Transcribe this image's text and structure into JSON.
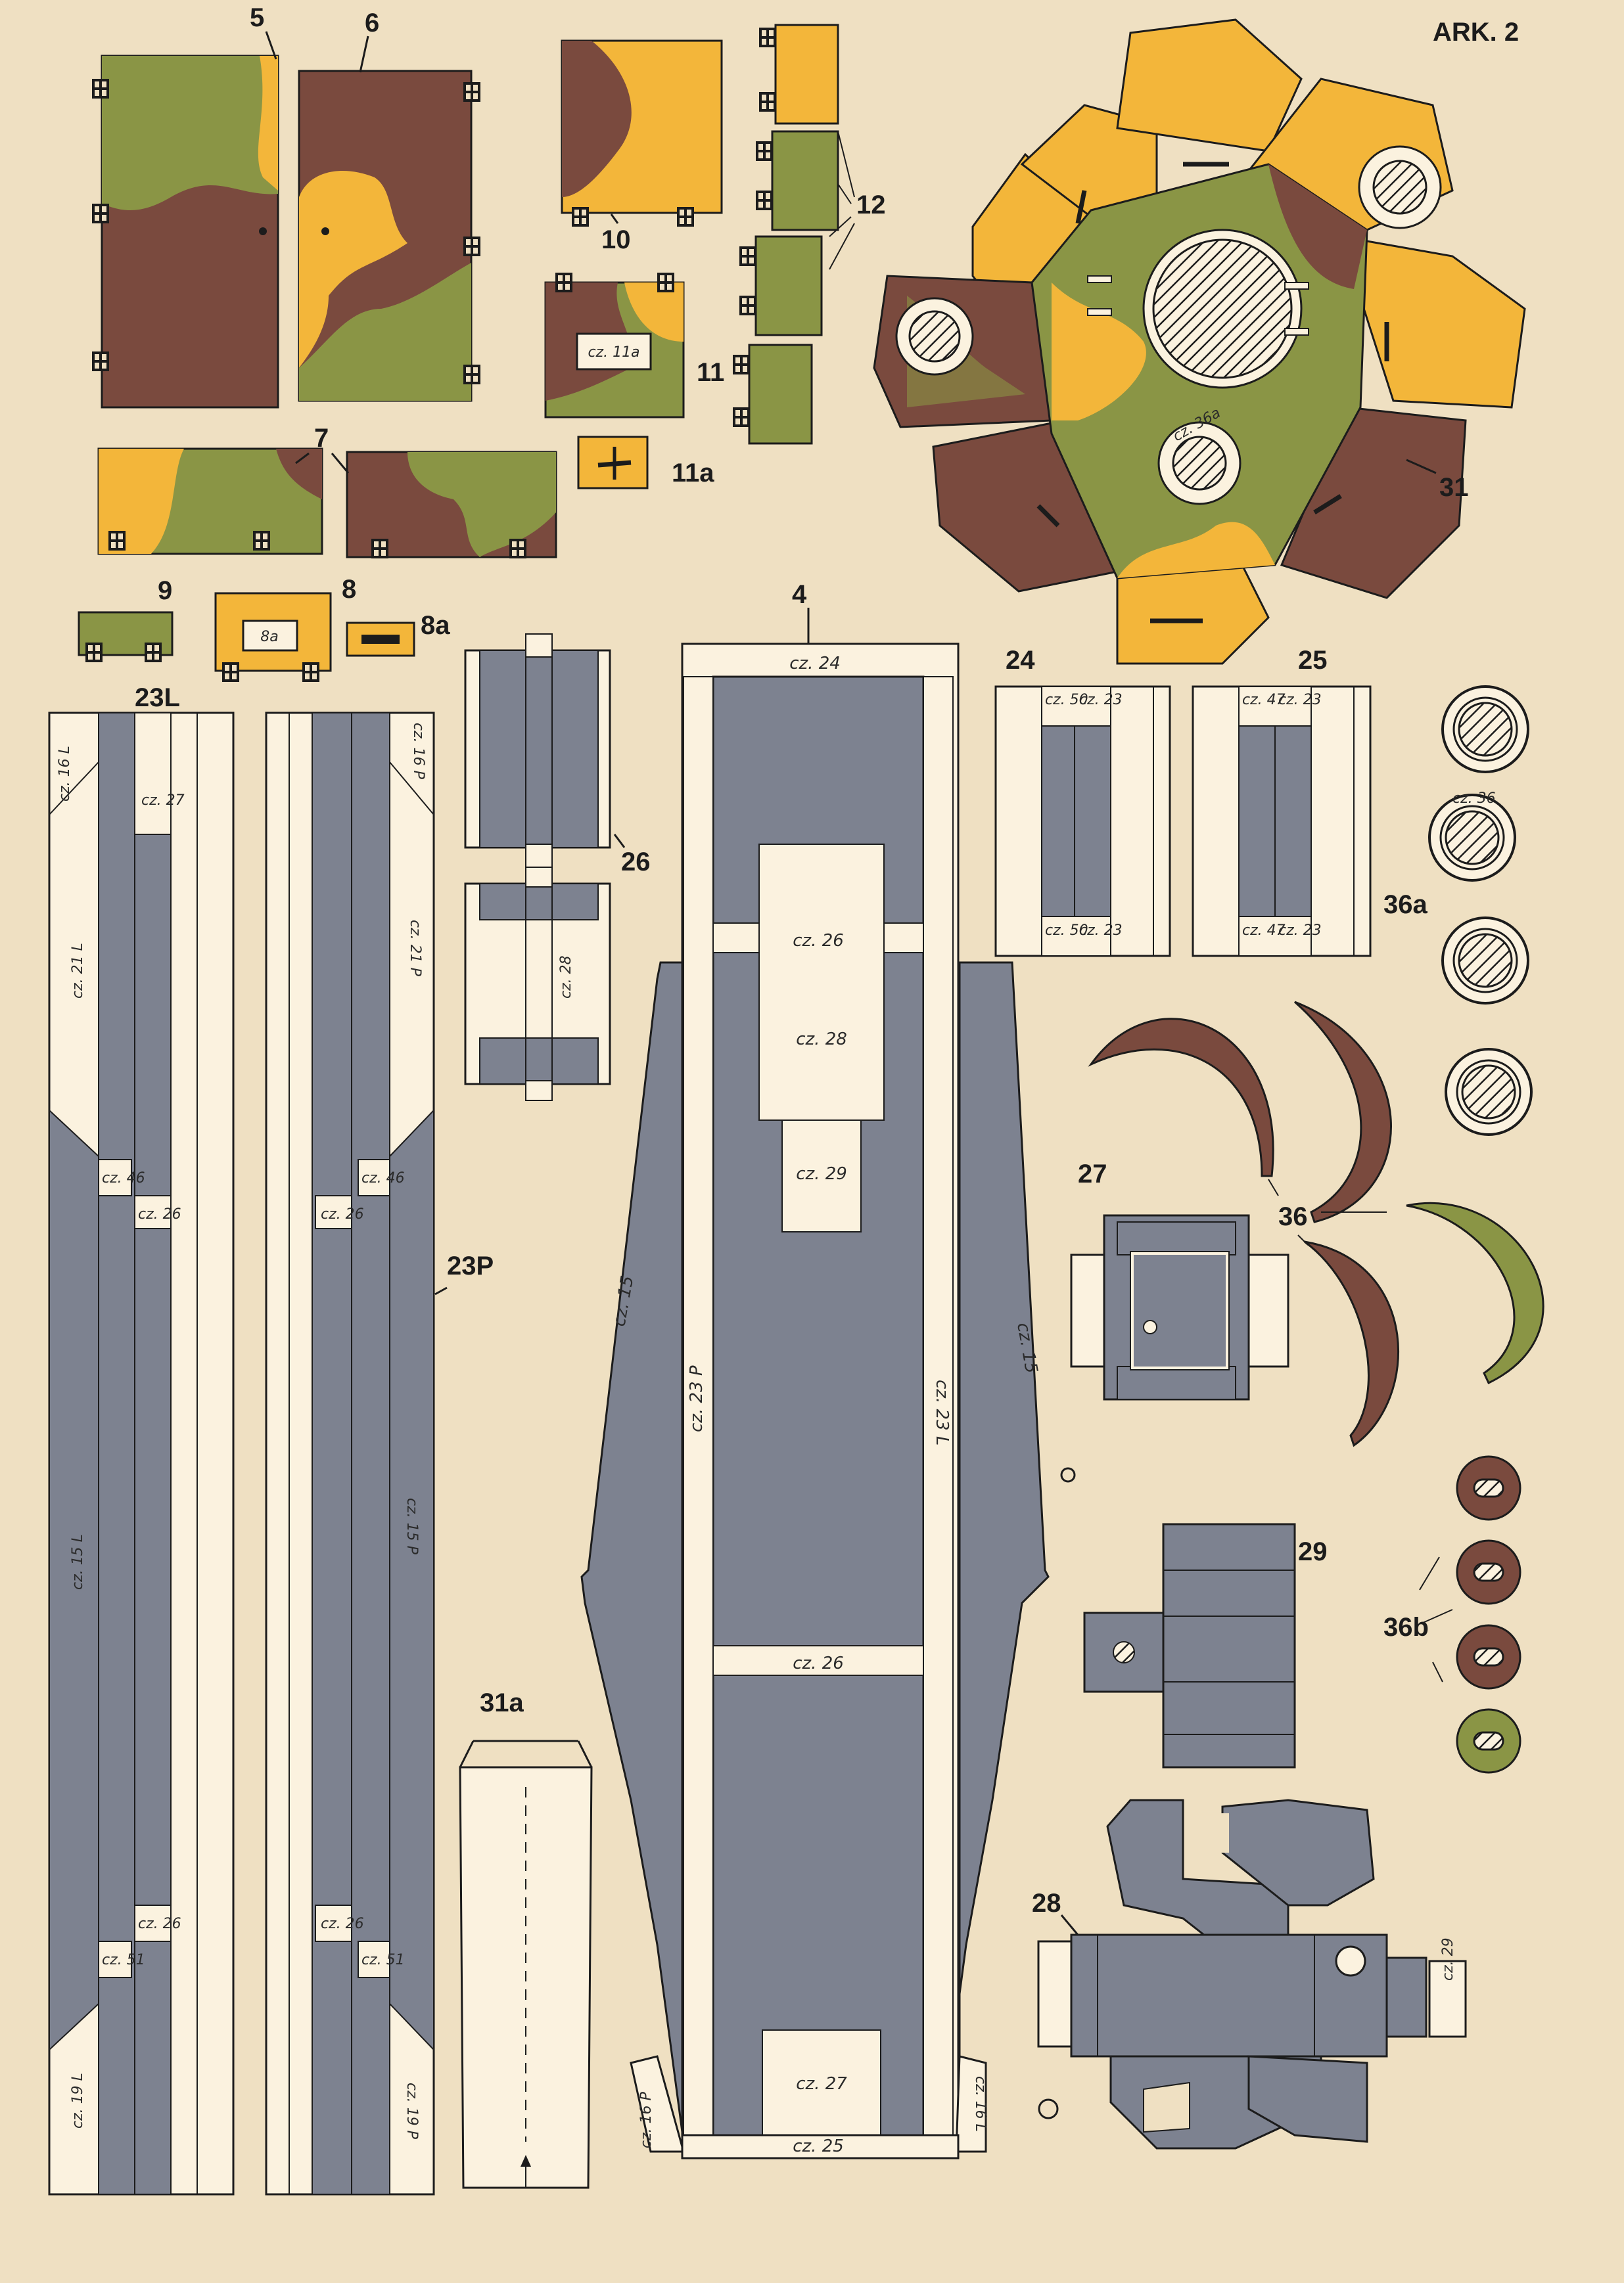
{
  "sheet": {
    "title": "ARK. 2"
  },
  "colors": {
    "paper": "#efe0c2",
    "olive": "#8a9545",
    "brown": "#7a4a3e",
    "yellow": "#f3b63a",
    "grey": "#7d8290",
    "cream": "#fbf2df",
    "ink": "#1c1c1c"
  },
  "part_numbers": [
    "5",
    "6",
    "10",
    "12",
    "11",
    "11a",
    "7",
    "9",
    "8",
    "8a",
    "31",
    "4",
    "24",
    "25",
    "23L",
    "26",
    "36a",
    "23P",
    "27",
    "36",
    "29",
    "36b",
    "31a",
    "28"
  ],
  "labels": {
    "l11a_box": "cz. 11a",
    "l8a_box": "8a",
    "l36a_wheel": "cz. 36a",
    "l36_disc": "cz. 36",
    "l4_24": "cz. 24",
    "l4_26a": "cz. 26",
    "l4_28": "cz. 28",
    "l4_29": "cz. 29",
    "l4_15L": "cz. 15",
    "l4_15R": "cz. 15",
    "l4_23P": "cz. 23 P",
    "l4_23L": "cz. 23 L",
    "l4_26b": "cz. 26",
    "l4_27": "cz. 27",
    "l4_25": "cz. 25",
    "l4_16P": "cz. 16 P",
    "l4_16L": "cz. 16 L",
    "l24_t1": "cz. 50",
    "l24_t2": "cz. 23",
    "l24_b1": "cz. 50",
    "l24_b2": "cz. 23",
    "l25_t1": "cz. 47",
    "l25_t2": "cz. 23",
    "l25_b1": "cz. 47",
    "l25_b2": "cz. 23",
    "l23L_16": "cz. 16 L",
    "l23L_27": "cz. 27",
    "l23L_21": "cz. 21 L",
    "l23L_46": "cz. 46",
    "l23L_26a": "cz. 26",
    "l23L_15": "cz. 15 L",
    "l23L_26b": "cz. 26",
    "l23L_51": "cz. 51",
    "l23L_19": "cz. 19 L",
    "l23P_16": "cz. 16 P",
    "l23P_21": "cz. 21 P",
    "l23P_46": "cz. 46",
    "l23P_26a": "cz. 26",
    "l23P_15": "cz. 15 P",
    "l23P_26b": "cz. 26",
    "l23P_51": "cz. 51",
    "l23P_19": "cz. 19 P",
    "l26_28": "cz. 28",
    "l28_29": "cz. 29"
  }
}
